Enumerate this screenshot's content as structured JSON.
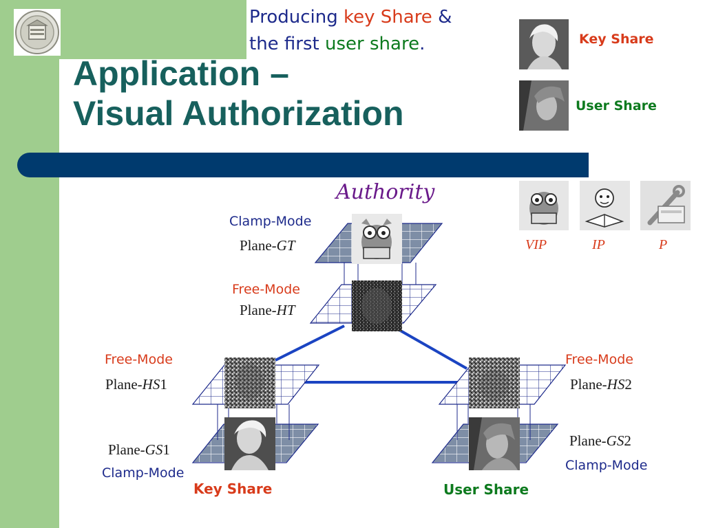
{
  "slide": {
    "title_line1": "Application – ",
    "title_line2": "Visual Authorization",
    "caption": {
      "line1_prefix": "Producing ",
      "line1_key": "key Share",
      "line1_suffix": " &",
      "line2_prefix": "the first ",
      "line2_user": "user share",
      "line2_suffix": "."
    }
  },
  "legend": {
    "key_share": "Key Share",
    "user_share": "User Share",
    "levels": [
      "VIP",
      "IP",
      "P"
    ]
  },
  "diagram": {
    "authority": "Authority",
    "planes": {
      "gt": {
        "mode": "Clamp-Mode",
        "prefix": "Plane-",
        "name": "GT"
      },
      "ht": {
        "mode": "Free-Mode",
        "prefix": "Plane-",
        "name": "HT"
      },
      "hs1": {
        "mode": "Free-Mode",
        "prefix": "Plane-",
        "name": "HS",
        "num": "1"
      },
      "hs2": {
        "mode": "Free-Mode",
        "prefix": "Plane-",
        "name": "HS",
        "num": "2"
      },
      "gs1": {
        "mode": "Clamp-Mode",
        "prefix": "Plane-",
        "name": "GS",
        "num": "1"
      },
      "gs2": {
        "mode": "Clamp-Mode",
        "prefix": "Plane-",
        "name": "GS",
        "num": "2"
      }
    },
    "bottom_labels": {
      "key_share": "Key Share",
      "user_share": "User Share"
    }
  },
  "colors": {
    "sidebar": "#9fcd8e",
    "title": "#17605d",
    "bar": "#003a6e",
    "red_text": "#d83b1b",
    "green_text": "#0d7a1e",
    "blue_text": "#1d2a8b",
    "connector": "#1b44c2"
  },
  "icons": [
    "university-seal-icon",
    "portrait-photo-icon",
    "owl-reading-icon",
    "cartoon-child-reading-icon",
    "wrench-tools-icon"
  ]
}
